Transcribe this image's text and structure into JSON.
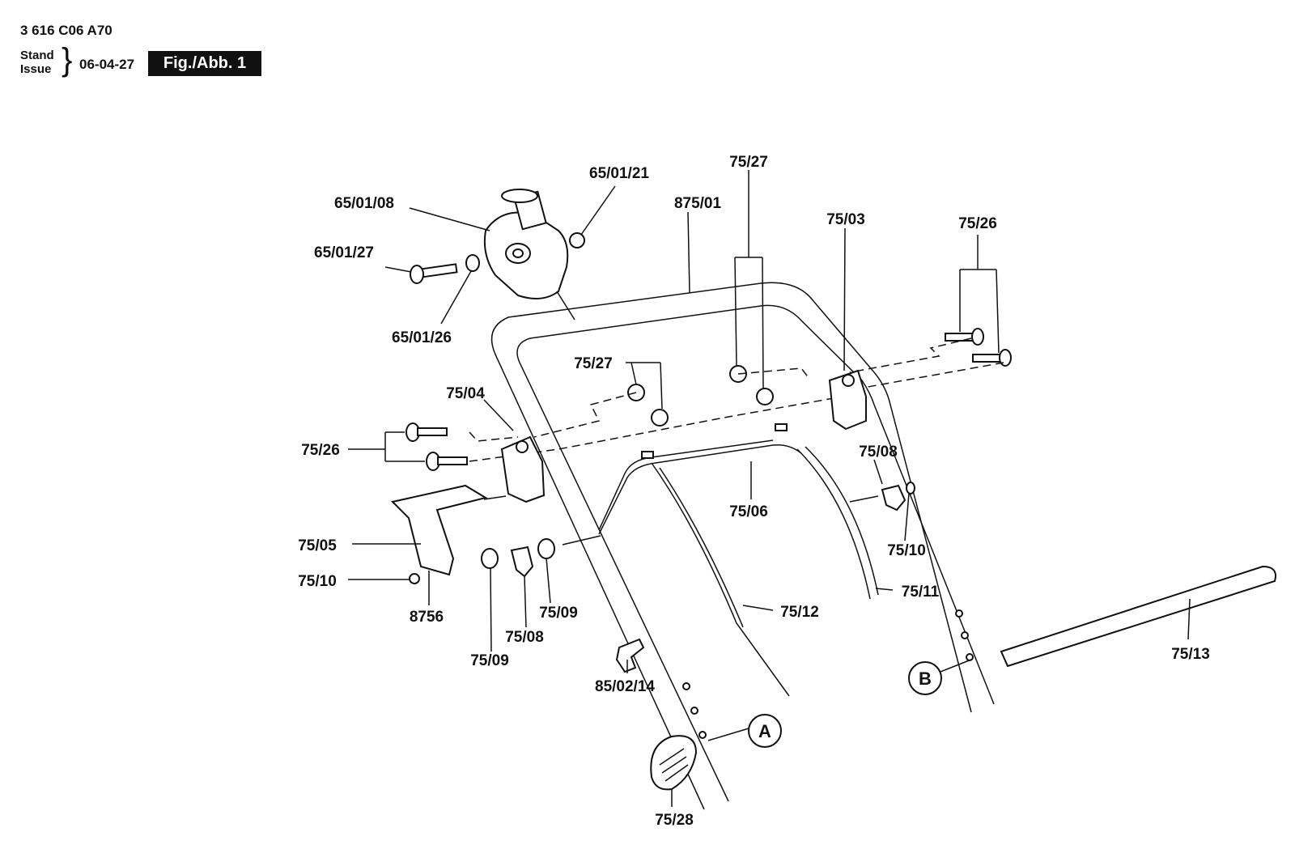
{
  "header": {
    "doc_number": "3 616 C06 A70",
    "stand_label": "Stand",
    "issue_label": "Issue",
    "date": "06-04-27",
    "figure_label": "Fig./Abb. 1"
  },
  "parts": {
    "p65_01_08": "65/01/08",
    "p65_01_21": "65/01/21",
    "p65_01_27": "65/01/27",
    "p65_01_26": "65/01/26",
    "p875_01": "875/01",
    "p75_27_top": "75/27",
    "p75_03": "75/03",
    "p75_26_right": "75/26",
    "p75_27_mid": "75/27",
    "p75_04": "75/04",
    "p75_26_left": "75/26",
    "p75_08_right": "75/08",
    "p75_06": "75/06",
    "p75_10_right": "75/10",
    "p75_05": "75/05",
    "p75_10_left": "75/10",
    "p8756": "8756",
    "p75_09_right": "75/09",
    "p75_08_left": "75/08",
    "p75_09_left": "75/09",
    "p75_12": "75/12",
    "p75_11": "75/11",
    "p75_13": "75/13",
    "p85_02_14": "85/02/14",
    "p75_28": "75/28"
  },
  "references": {
    "a": "A",
    "b": "B"
  }
}
